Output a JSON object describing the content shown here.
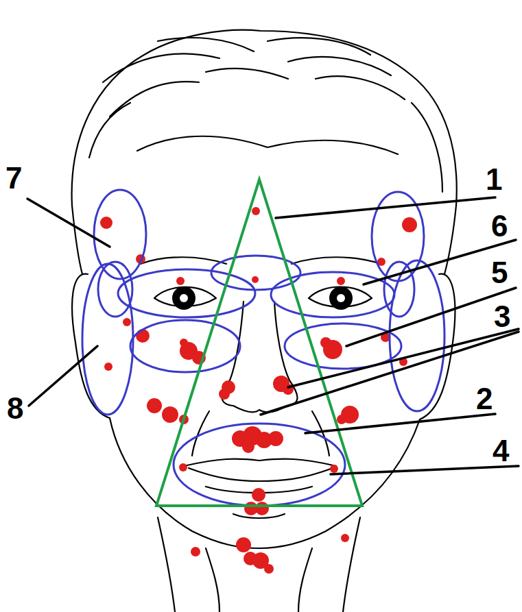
{
  "diagram": {
    "labels": [
      "7",
      "1",
      "6",
      "5",
      "3",
      "8",
      "2",
      "4"
    ]
  }
}
